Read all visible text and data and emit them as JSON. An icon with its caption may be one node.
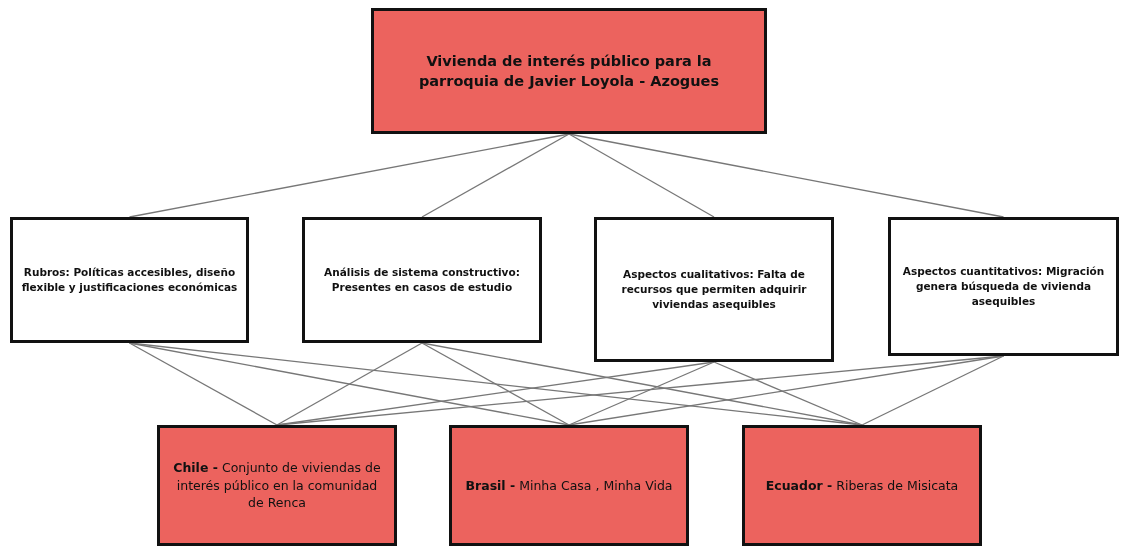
{
  "diagram": {
    "nodes": [
      {
        "text": [
          "Vivienda de interés público para la parroquia de Javier Loyola - Azogues"
        ]
      },
      {
        "text": [
          "Rubros: Políticas accesibles, diseño flexible y justificaciones económicas"
        ]
      },
      {
        "text": [
          "Análisis de sistema constructivo: Presentes en casos de estudio"
        ]
      },
      {
        "text": [
          "Aspectos cualitativos: Falta de recursos que permiten adquirir viviendas asequibles"
        ]
      },
      {
        "text": [
          "Aspectos cuantitativos: Migración genera búsqueda de vivienda asequibles"
        ]
      },
      {
        "text": [
          "**Chile -** Conjunto de viviendas de interés público en la comunidad de Renca"
        ]
      },
      {
        "text": [
          "**Brasil -** Minha Casa , Minha Vida"
        ]
      },
      {
        "text": [
          "**Ecuador -** Riberas de Misicata"
        ]
      }
    ],
    "edges": [
      {
        "from": 0,
        "to": 1,
        "arrow": "none"
      },
      {
        "from": 0,
        "to": 2,
        "arrow": "none"
      },
      {
        "from": 0,
        "to": 3,
        "arrow": "none"
      },
      {
        "from": 0,
        "to": 4,
        "arrow": "none"
      },
      {
        "from": 1,
        "to": 5,
        "arrow": "none"
      },
      {
        "from": 1,
        "to": 6,
        "arrow": "none"
      },
      {
        "from": 1,
        "to": 7,
        "arrow": "none"
      },
      {
        "from": 2,
        "to": 5,
        "arrow": "none"
      },
      {
        "from": 2,
        "to": 6,
        "arrow": "none"
      },
      {
        "from": 2,
        "to": 7,
        "arrow": "none"
      },
      {
        "from": 3,
        "to": 5,
        "arrow": "none"
      },
      {
        "from": 3,
        "to": 6,
        "arrow": "none"
      },
      {
        "from": 3,
        "to": 7,
        "arrow": "none"
      },
      {
        "from": 4,
        "to": 5,
        "arrow": "none"
      },
      {
        "from": 4,
        "to": 6,
        "arrow": "none"
      },
      {
        "from": 4,
        "to": 7,
        "arrow": "none"
      }
    ]
  }
}
